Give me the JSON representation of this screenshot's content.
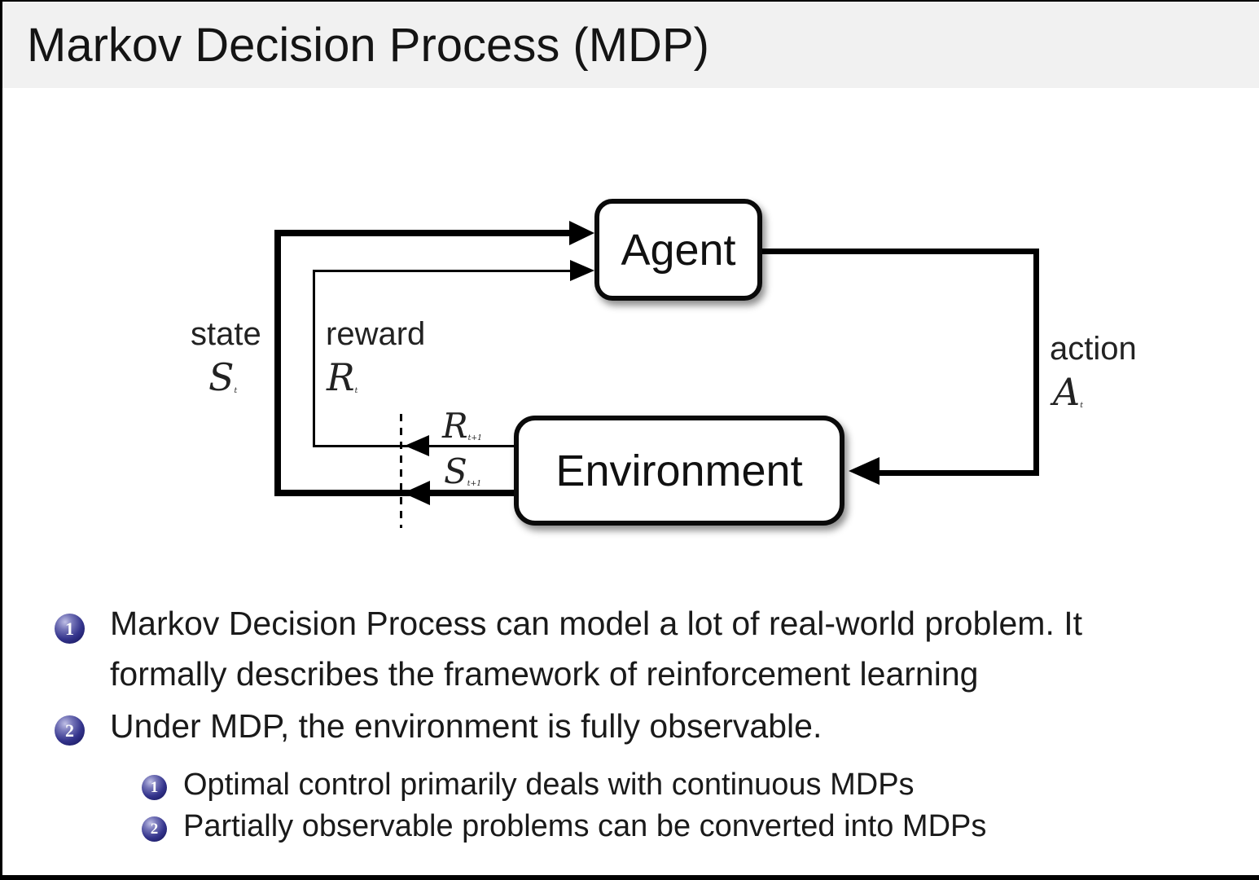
{
  "title": "Markov Decision Process (MDP)",
  "diagram": {
    "agent": "Agent",
    "environment": "Environment",
    "labels": {
      "state_word": "state",
      "state_sym": {
        "base": "S",
        "sub": "t"
      },
      "reward_word": "reward",
      "reward_sym": {
        "base": "R",
        "sub": "t"
      },
      "next_reward_sym": {
        "base": "R",
        "sub": "t+1"
      },
      "next_state_sym": {
        "base": "S",
        "sub": "t+1"
      },
      "action_word": "action",
      "action_sym": {
        "base": "A",
        "sub": "t"
      }
    }
  },
  "bullets": [
    {
      "number": "1",
      "lines": [
        "Markov Decision Process can model a lot of real-world problem. It",
        "formally describes the framework of reinforcement learning"
      ]
    },
    {
      "number": "2",
      "lines": [
        "Under MDP, the environment is fully observable."
      ],
      "subitems": [
        {
          "number": "1",
          "text": "Optimal control primarily deals with continuous MDPs"
        },
        {
          "number": "2",
          "text": "Partially observable problems can be converted into MDPs"
        }
      ]
    }
  ],
  "colors": {
    "header_bg": "#f1f1f1",
    "body_bg": "#ffffff",
    "text": "#1a1a1a",
    "line": "#000000",
    "bullet_ball": "#2b2b80"
  }
}
